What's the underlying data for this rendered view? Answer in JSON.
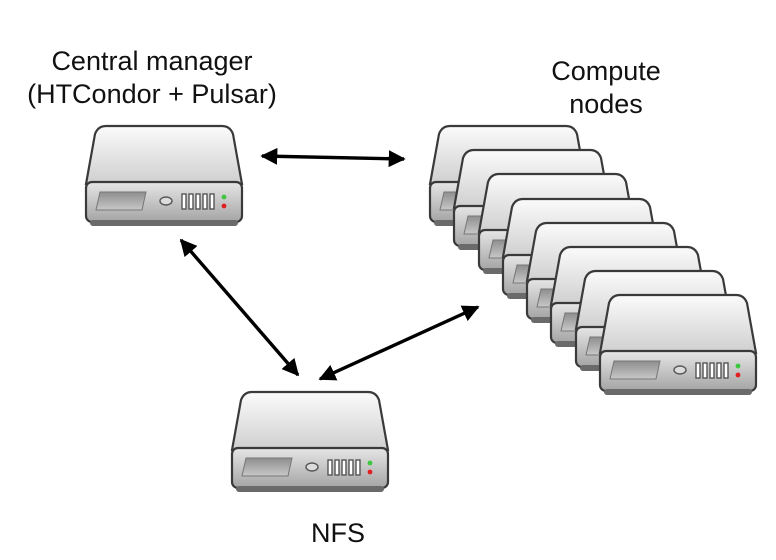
{
  "labels": {
    "central_manager": [
      "Central manager",
      "(HTCondor + Pulsar)"
    ],
    "compute_nodes": [
      "Compute",
      "nodes"
    ],
    "nfs": "NFS"
  },
  "colors": {
    "server_body_light": "#f4f4f4",
    "server_body_dark": "#9c9c9c",
    "server_outline": "#3a3a3a",
    "led_green": "#3ec63e",
    "led_red": "#e02020",
    "arrow": "#000000",
    "text": "#111111"
  },
  "servers": [
    {
      "role": "central-manager"
    },
    {
      "role": "compute-node"
    },
    {
      "role": "compute-node"
    },
    {
      "role": "compute-node"
    },
    {
      "role": "compute-node"
    },
    {
      "role": "compute-node"
    },
    {
      "role": "compute-node"
    },
    {
      "role": "compute-node"
    },
    {
      "role": "compute-node"
    },
    {
      "role": "nfs"
    }
  ],
  "connections": [
    {
      "from": "central-manager",
      "to": "compute-nodes",
      "direction": "bidirectional"
    },
    {
      "from": "central-manager",
      "to": "nfs",
      "direction": "bidirectional"
    },
    {
      "from": "nfs",
      "to": "compute-nodes",
      "direction": "bidirectional"
    }
  ]
}
